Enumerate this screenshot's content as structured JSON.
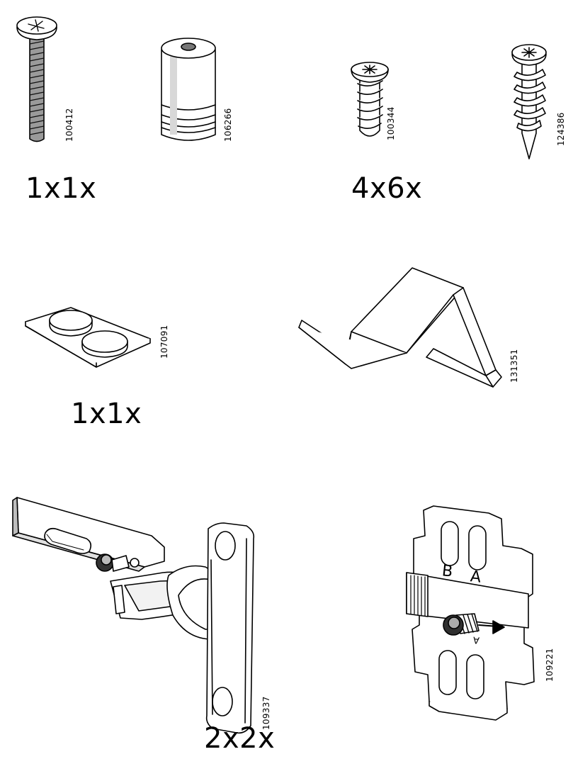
{
  "parts": [
    {
      "id": "screw-100412",
      "article": "100412"
    },
    {
      "id": "sleeve-106266",
      "article": "106266"
    },
    {
      "id": "screw-100344",
      "article": "100344"
    },
    {
      "id": "screw-124386",
      "article": "124386"
    },
    {
      "id": "pads-107091",
      "article": "107091"
    },
    {
      "id": "bracket-131351",
      "article": "131351"
    },
    {
      "id": "hinge-109337",
      "article": "109337"
    },
    {
      "id": "mounting-plate-109221",
      "article": "109221"
    }
  ],
  "quantities": [
    "1x1x",
    "4x6x",
    "1x1x",
    "2x2x"
  ],
  "plate_letters": {
    "b": "B",
    "a": "A",
    "a_rotated": "A"
  }
}
